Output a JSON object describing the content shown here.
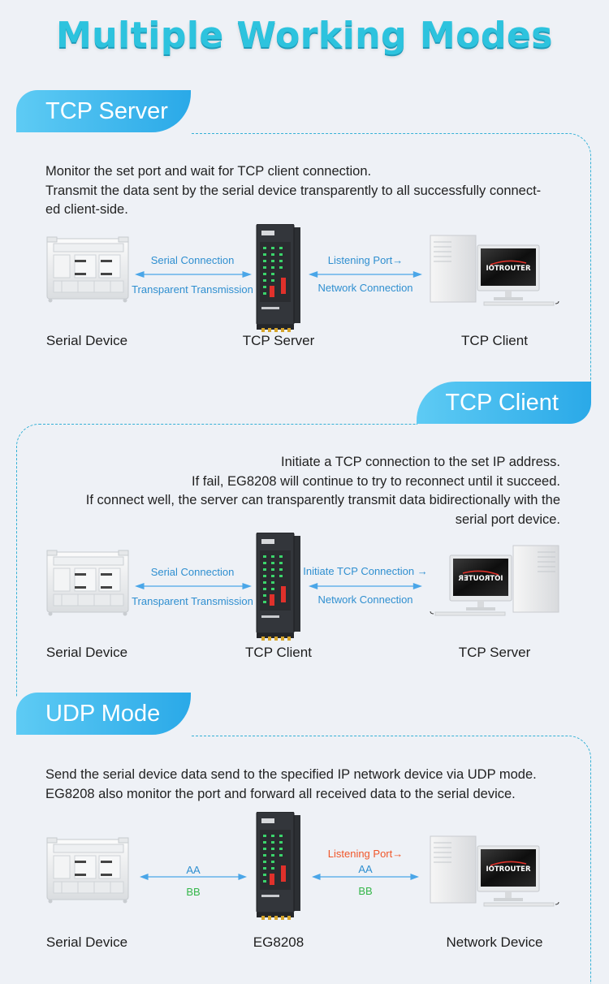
{
  "title": "Multiple Working Modes",
  "colors": {
    "title": "#2dc3de",
    "accent": "#2aa9e8",
    "arrow": "#4aa6e8",
    "orange_text": "#f0562a",
    "green_text": "#35b64a"
  },
  "sections": [
    {
      "tab": "TCP Server",
      "desc": [
        "Monitor the set port and wait for TCP client connection.",
        "Transmit the data sent by the serial device transparently to all successfully connect-",
        "ed client-side."
      ],
      "left_top": "Serial Connection",
      "left_bottom": "Transparent Transmission",
      "right_top": "Listening Port→",
      "right_bottom": "Network Connection",
      "labels": [
        "Serial Device",
        "TCP Server",
        "TCP Client"
      ]
    },
    {
      "tab": "TCP Client",
      "desc": [
        "Initiate a TCP connection to the set IP address.",
        "If fail, EG8208 will continue to try to reconnect until it succeed.",
        "If connect well, the server can transparently transmit data bidirectionally with the",
        "serial port device."
      ],
      "left_top": "Serial Connection",
      "left_bottom": "Transparent Transmission",
      "right_top": "Initiate TCP Connection →",
      "right_bottom": "Network Connection",
      "labels": [
        "Serial Device",
        "TCP Client",
        "TCP Server"
      ]
    },
    {
      "tab": "UDP Mode",
      "desc": [
        "Send the serial device data send to the specified IP network device via UDP mode.",
        "EG8208 also monitor the port and forward all received data to the serial device."
      ],
      "left_top": "AA",
      "left_bottom": "BB",
      "right_extra": "Listening Port→",
      "right_top": "AA",
      "right_bottom": "BB",
      "labels": [
        "Serial Device",
        "EG8208",
        "Network Device"
      ]
    }
  ],
  "monitor_brand": "IOTROUTER",
  "router_badge": "EG8208"
}
